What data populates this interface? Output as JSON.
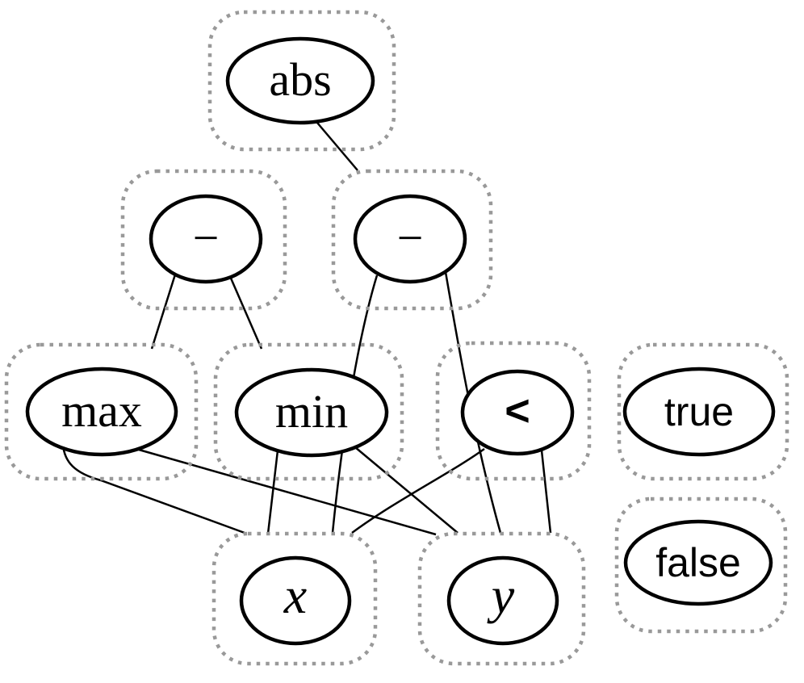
{
  "figure": {
    "type": "egraph-diagram",
    "background": "#ffffff",
    "eclass_border_color": "#999999",
    "node_stroke_color": "#000000",
    "edge_color": "#000000"
  },
  "nodes": {
    "abs": {
      "label": "abs",
      "kind": "operator"
    },
    "minus1": {
      "label": "−",
      "kind": "operator"
    },
    "minus2": {
      "label": "−",
      "kind": "operator"
    },
    "max": {
      "label": "max",
      "kind": "operator"
    },
    "min": {
      "label": "min",
      "kind": "operator"
    },
    "lt": {
      "label": "<",
      "kind": "operator"
    },
    "true": {
      "label": "true",
      "kind": "constant"
    },
    "x": {
      "label": "x",
      "kind": "variable"
    },
    "y": {
      "label": "y",
      "kind": "variable"
    },
    "false": {
      "label": "false",
      "kind": "constant"
    }
  },
  "edges": [
    {
      "from": "abs",
      "to": "minus2"
    },
    {
      "from": "minus1",
      "to": "max"
    },
    {
      "from": "minus1",
      "to": "min"
    },
    {
      "from": "minus2",
      "to": "x"
    },
    {
      "from": "minus2",
      "to": "y"
    },
    {
      "from": "max",
      "to": "x"
    },
    {
      "from": "max",
      "to": "y"
    },
    {
      "from": "min",
      "to": "x"
    },
    {
      "from": "min",
      "to": "y"
    },
    {
      "from": "lt",
      "to": "x"
    },
    {
      "from": "lt",
      "to": "y"
    }
  ]
}
